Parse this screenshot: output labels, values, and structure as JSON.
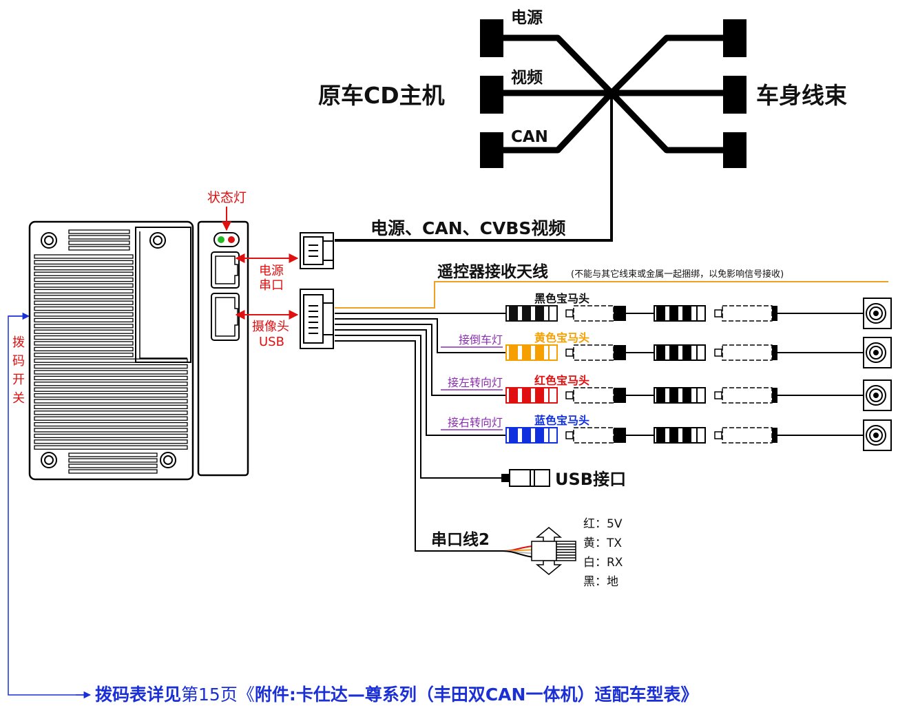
{
  "harness": {
    "left_label": "原车CD主机",
    "right_label": "车身线束",
    "wire_power": "电源",
    "wire_video": "视频",
    "wire_can": "CAN",
    "main_cable": "电源、CAN、CVBS视频"
  },
  "device": {
    "status_led": "状态灯",
    "power_port_1": "电源",
    "power_port_2": "串口",
    "camera_port_1": "摄像头",
    "camera_port_2": "USB",
    "dip_switch": [
      "拨",
      "码",
      "开",
      "关"
    ],
    "led_colors": [
      "#22bb22",
      "#dd1111"
    ]
  },
  "antenna": {
    "title": "遥控器接收天线",
    "note": "(不能与其它线束或金属一起捆绑，以免影响信号接收)"
  },
  "bmw_heads": [
    {
      "label": "黑色宝马头",
      "color": "#111111",
      "tap": ""
    },
    {
      "label": "黄色宝马头",
      "color": "#f5a000",
      "tap": "接倒车灯"
    },
    {
      "label": "红色宝马头",
      "color": "#e01010",
      "tap": "接左转向灯"
    },
    {
      "label": "蓝色宝马头",
      "color": "#1030e0",
      "tap": "接右转向灯"
    }
  ],
  "usb_port": "USB接口",
  "serial": {
    "title": "串口线2",
    "pins": [
      "红：5V",
      "黄：TX",
      "白：RX",
      "黑：地"
    ]
  },
  "footer": {
    "part1": "拨码表详见",
    "part2": "第15页《",
    "part3": "附件:卡仕达—尊系列（丰田双CAN一体机）适配车型表》"
  },
  "colors": {
    "red_label": "#e01010",
    "blue_link": "#1a2fd6",
    "purple": "#8a2bb0",
    "antenna": "#f0a020"
  }
}
